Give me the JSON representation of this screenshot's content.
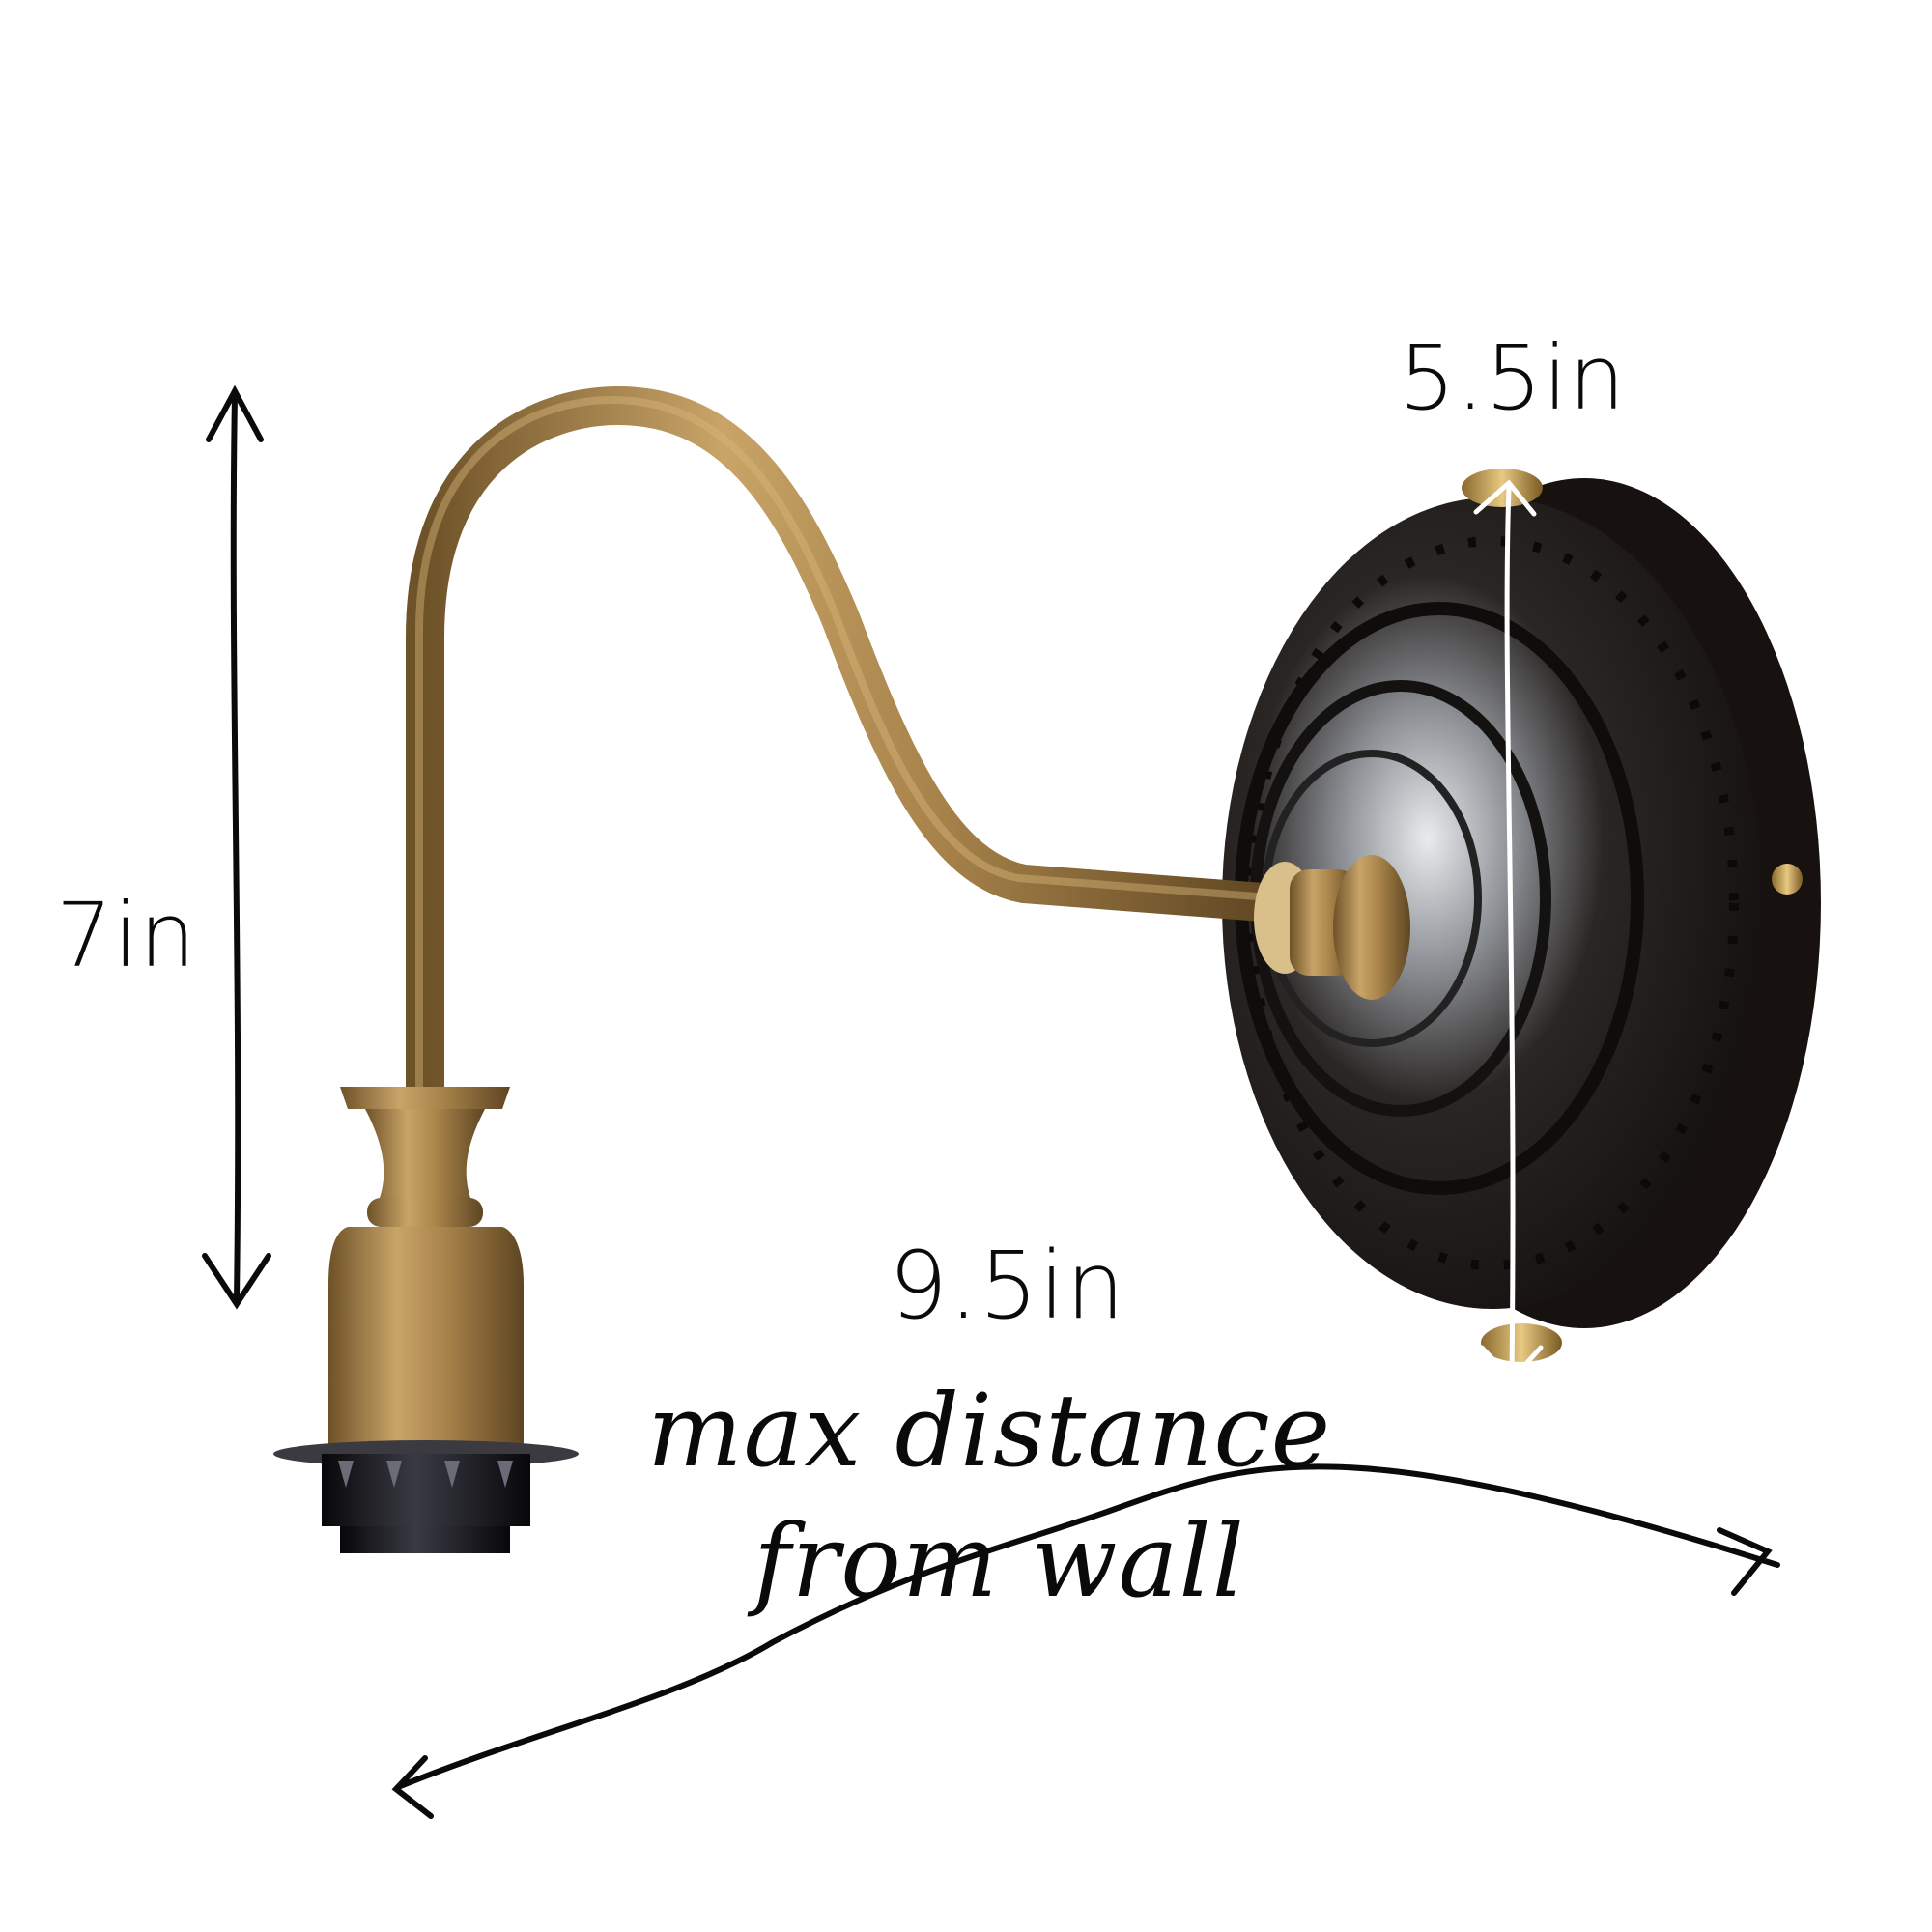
{
  "image": {
    "subject": "Brass swan-neck wall sconce with dark round backplate",
    "background_color": "#ffffff"
  },
  "annotations": {
    "height": {
      "label": "7in",
      "orientation": "vertical"
    },
    "backplate_diameter": {
      "label": "5.5in",
      "orientation": "vertical",
      "arrow_color": "#ffffff"
    },
    "depth": {
      "label": "9.5in",
      "line1": "max distance",
      "line2": "from wall",
      "orientation": "diagonal"
    }
  },
  "colors": {
    "ink": "#0a0a0a",
    "brass_light": "#c9a468",
    "brass_mid": "#a07c44",
    "brass_dark": "#6e5228",
    "plate_dark": "#1c1714",
    "plate_highlight": "#d8dbe0",
    "holder_black": "#1a1a1f"
  }
}
